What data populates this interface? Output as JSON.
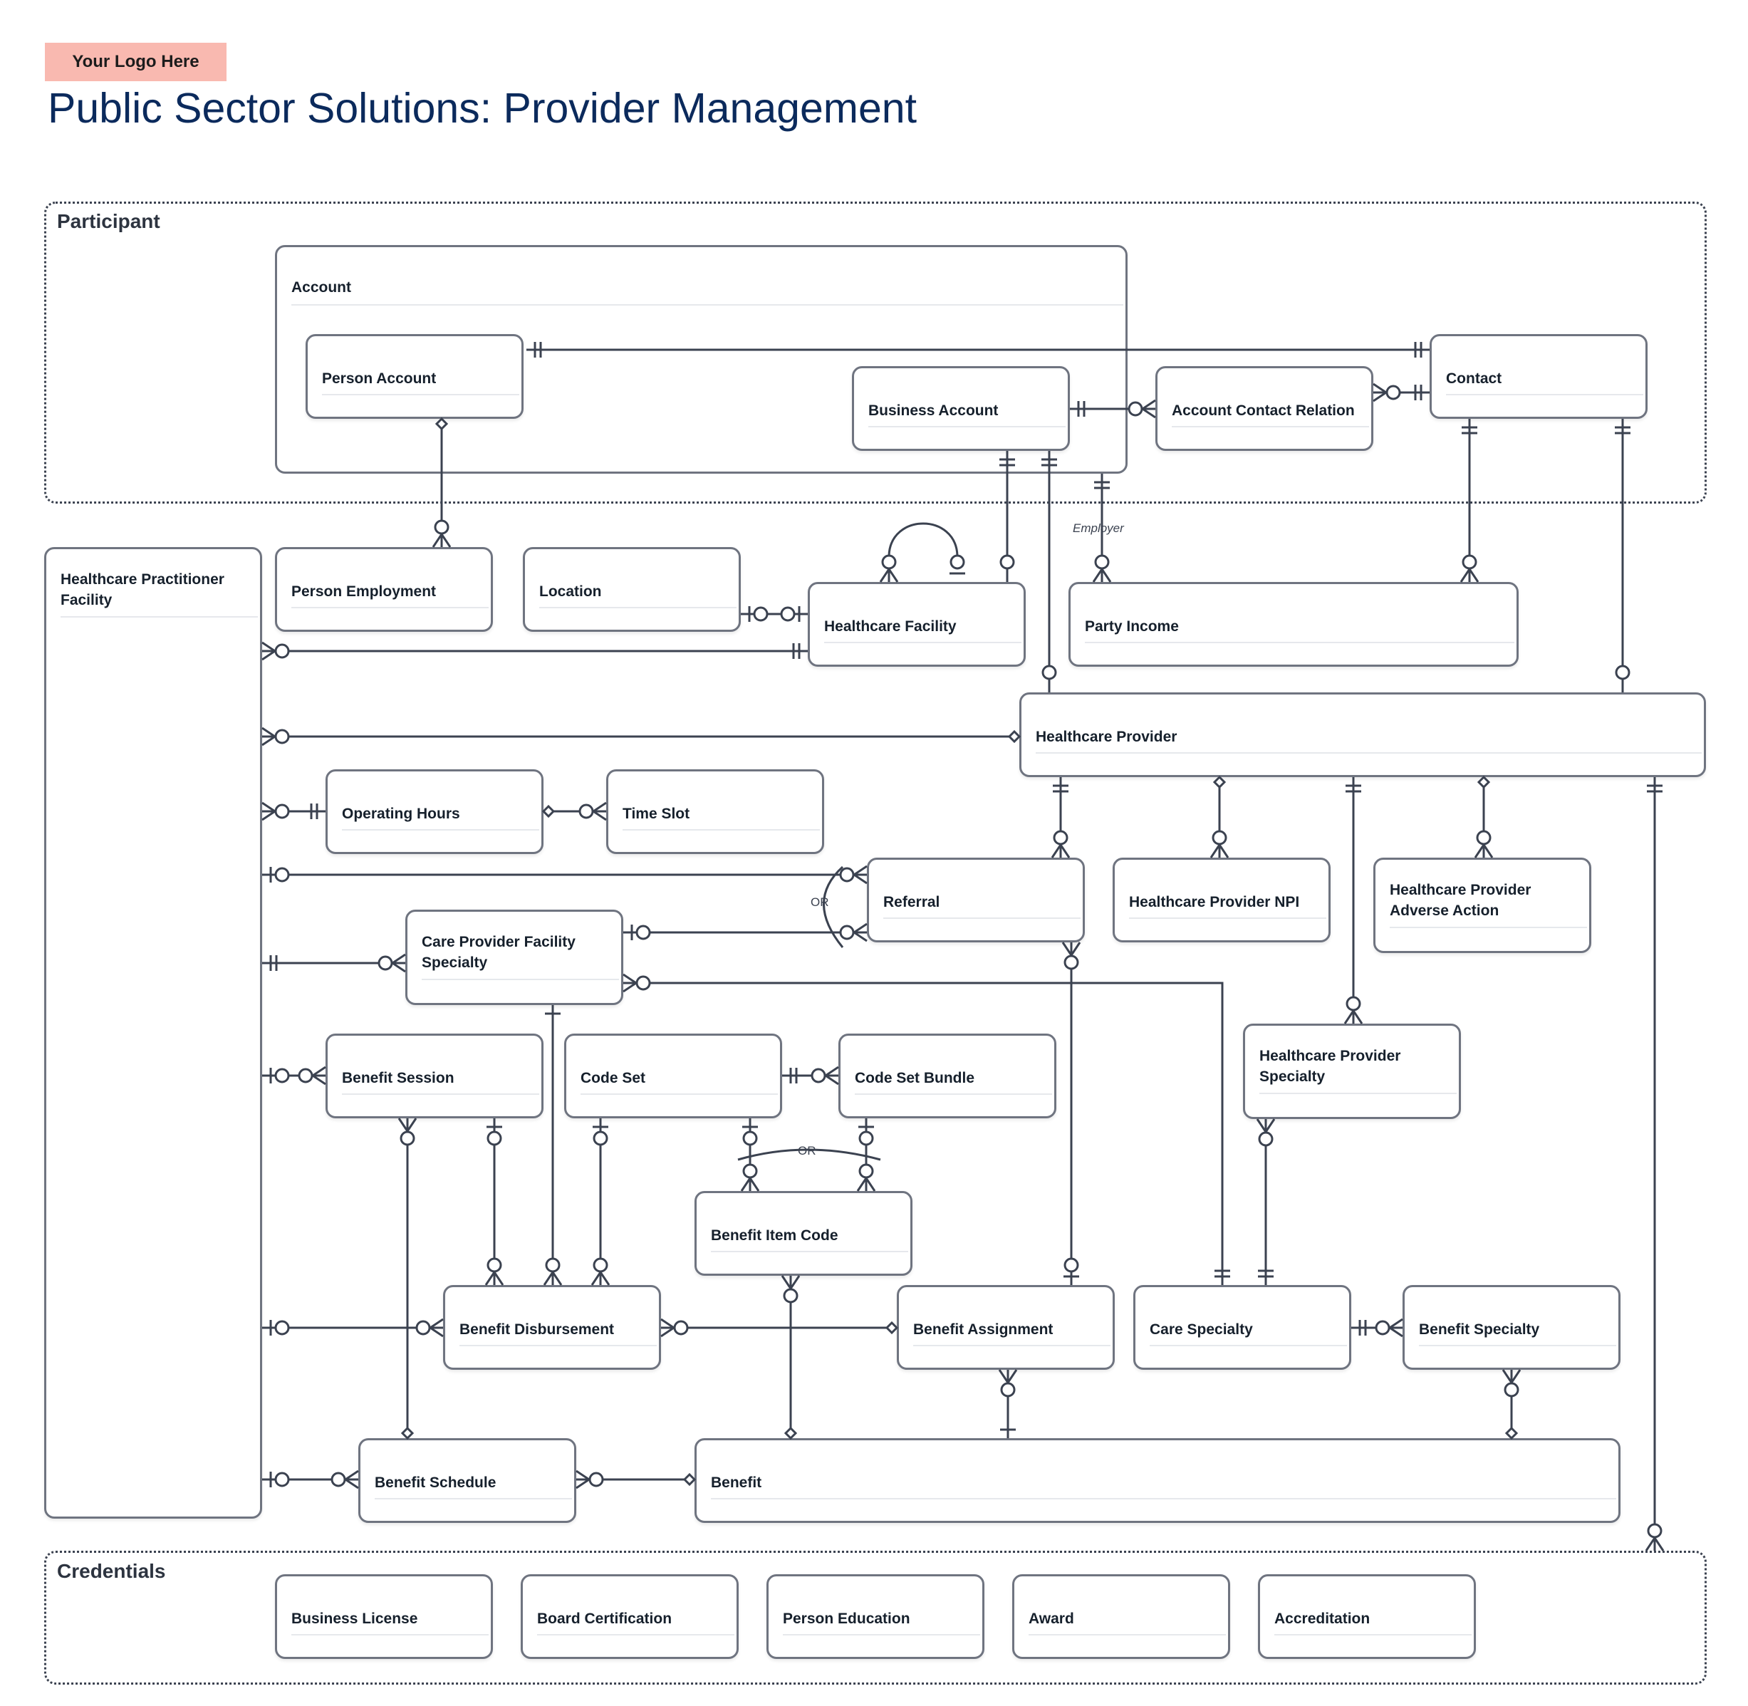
{
  "logo": "Your Logo Here",
  "title": "Public Sector Solutions: Provider Management",
  "regions": {
    "participant": "Participant",
    "credentials": "Credentials"
  },
  "entities": {
    "account": "Account",
    "person_account": "Person Account",
    "business_account": "Business Account",
    "account_contact_relation": "Account Contact Relation",
    "contact": "Contact",
    "hc_practitioner_facility": "Healthcare Practitioner Facility",
    "person_employment": "Person Employment",
    "location": "Location",
    "healthcare_facility": "Healthcare Facility",
    "party_income": "Party Income",
    "healthcare_provider": "Healthcare Provider",
    "operating_hours": "Operating Hours",
    "time_slot": "Time Slot",
    "referral": "Referral",
    "hc_provider_npi": "Healthcare Provider NPI",
    "hc_provider_adverse_action": "Healthcare Provider Adverse Action",
    "care_provider_facility_specialty": "Care Provider Facility Specialty",
    "hc_provider_specialty": "Healthcare Provider Specialty",
    "benefit_session": "Benefit Session",
    "code_set": "Code Set",
    "code_set_bundle": "Code Set Bundle",
    "benefit_item_code": "Benefit Item Code",
    "benefit_disbursement": "Benefit Disbursement",
    "benefit_assignment": "Benefit Assignment",
    "care_specialty": "Care Specialty",
    "benefit_specialty": "Benefit Specialty",
    "benefit_schedule": "Benefit Schedule",
    "benefit": "Benefit",
    "business_license": "Business License",
    "board_certification": "Board Certification",
    "person_education": "Person Education",
    "award": "Award",
    "accreditation": "Accreditation"
  },
  "labels": {
    "or_1": "OR",
    "or_2": "OR",
    "employer": "Employer"
  },
  "colors": {
    "line": "#3b4250",
    "border": "#6f7480",
    "title": "#0b2a5c",
    "logo_bg": "#f9b9b0"
  }
}
